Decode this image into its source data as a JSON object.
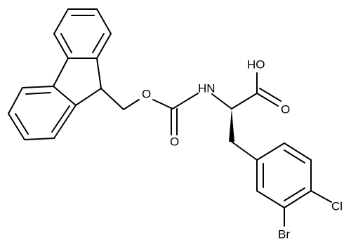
{
  "molecule": {
    "atoms": {
      "hydroxyl": "HO",
      "acid_carbonyl_o": "O",
      "amine": "HN",
      "carbamate_carbonyl_o": "O",
      "ester_o": "O",
      "chlorine": "Cl",
      "bromine": "Br"
    },
    "colors": {
      "bond": "#000000",
      "label": "#000000",
      "background": "#ffffff"
    }
  }
}
